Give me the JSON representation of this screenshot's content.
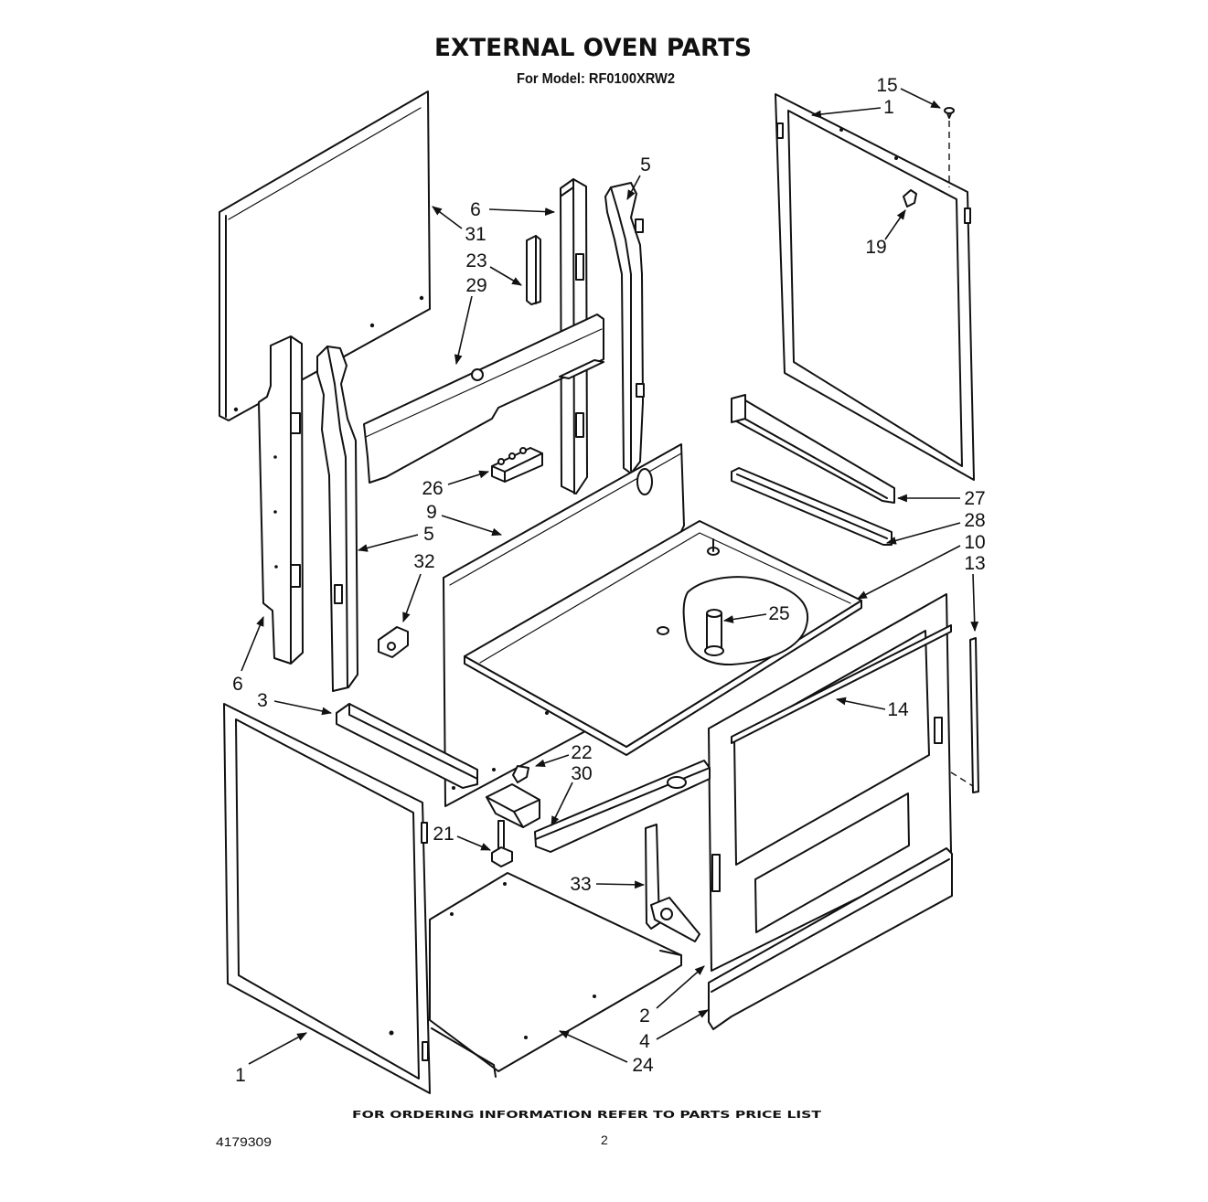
{
  "title": "EXTERNAL OVEN PARTS",
  "model_label": "For Model: RF0100XRW2",
  "callouts": [
    "15",
    "1",
    "19",
    "5",
    "6",
    "31",
    "23",
    "29",
    "26",
    "9",
    "5",
    "32",
    "27",
    "28",
    "10",
    "13",
    "25",
    "6",
    "3",
    "22",
    "30",
    "14",
    "21",
    "33",
    "2",
    "4",
    "24",
    "1"
  ],
  "footer": {
    "ordering_note": "FOR ORDERING INFORMATION REFER TO PARTS PRICE LIST",
    "document_number": "4179309",
    "page_number": "2"
  }
}
